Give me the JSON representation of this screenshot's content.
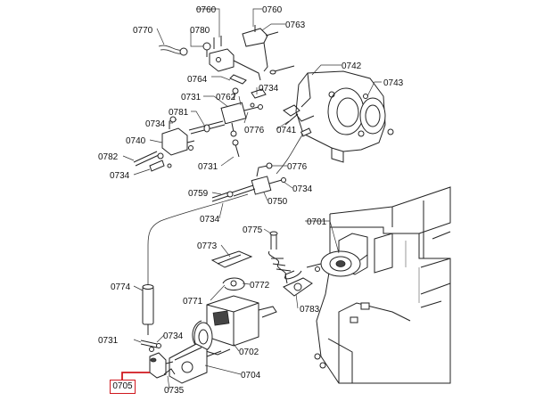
{
  "diagram": {
    "highlight_color": "#d0181e",
    "highlighted_part": "0705",
    "labels": {
      "p0760a": "0760",
      "p0760b": "0760",
      "p0763": "0763",
      "p0770": "0770",
      "p0780": "0780",
      "p0742": "0742",
      "p0743": "0743",
      "p0764": "0764",
      "p0734a": "0734",
      "p0731a": "0731",
      "p0762": "0762",
      "p0781": "0781",
      "p0734b": "0734",
      "p0776a": "0776",
      "p0741": "0741",
      "p0740": "0740",
      "p0782": "0782",
      "p0734c": "0734",
      "p0731b": "0731",
      "p0776b": "0776",
      "p0759": "0759",
      "p0734d": "0734",
      "p0750": "0750",
      "p0734e": "0734",
      "p0701": "0701",
      "p0775": "0775",
      "p0773": "0773",
      "p0774": "0774",
      "p0772": "0772",
      "p0771": "0771",
      "p0783": "0783",
      "p0734f": "0734",
      "p0731c": "0731",
      "p0702": "0702",
      "p0704": "0704",
      "p0735": "0735",
      "p0705": "0705"
    }
  }
}
